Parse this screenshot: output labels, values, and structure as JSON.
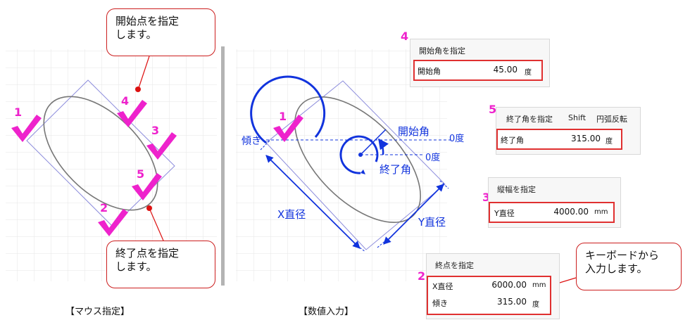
{
  "callouts": {
    "start_point": "開始点を指定\nします。",
    "end_point": "終了点を指定\nします。",
    "keyboard": "キーボードから\n入力します。"
  },
  "mouse_numbers": [
    "1",
    "2",
    "3",
    "4",
    "5"
  ],
  "numeric_diagram": {
    "number": "1",
    "start_angle": "開始角",
    "zero_deg_1": "0度",
    "zero_deg_2": "0度",
    "end_angle": "終了角",
    "tilt": "傾き",
    "x_diameter": "X直径",
    "y_diameter": "Y直径"
  },
  "panels": {
    "start_angle": {
      "number": "4",
      "title": "開始角を指定",
      "label": "開始角",
      "value": "45.00",
      "unit": "度"
    },
    "end_angle": {
      "number": "5",
      "title": "終了角を指定",
      "shift": "Shift",
      "reverse": "円弧反転",
      "label": "終了角",
      "value": "315.00",
      "unit": "度"
    },
    "vertical": {
      "number": "3",
      "title": "縦幅を指定",
      "label": "Y直径",
      "value": "4000.00",
      "unit": "mm"
    },
    "end_point": {
      "number": "2",
      "title": "終点を指定",
      "x_label": "X直径",
      "x_value": "6000.00",
      "x_unit": "mm",
      "tilt_label": "傾き",
      "tilt_value": "315.00",
      "tilt_unit": "度"
    }
  },
  "captions": {
    "mouse": "【マウス指定】",
    "numeric": "【数値入力】"
  },
  "colors": {
    "grid": "#e6e6e6",
    "rect": "#8c8cdc",
    "blue": "#1133dd",
    "pink": "#ee22cc",
    "red": "#dd1111",
    "divider": "#b4b4b4"
  }
}
